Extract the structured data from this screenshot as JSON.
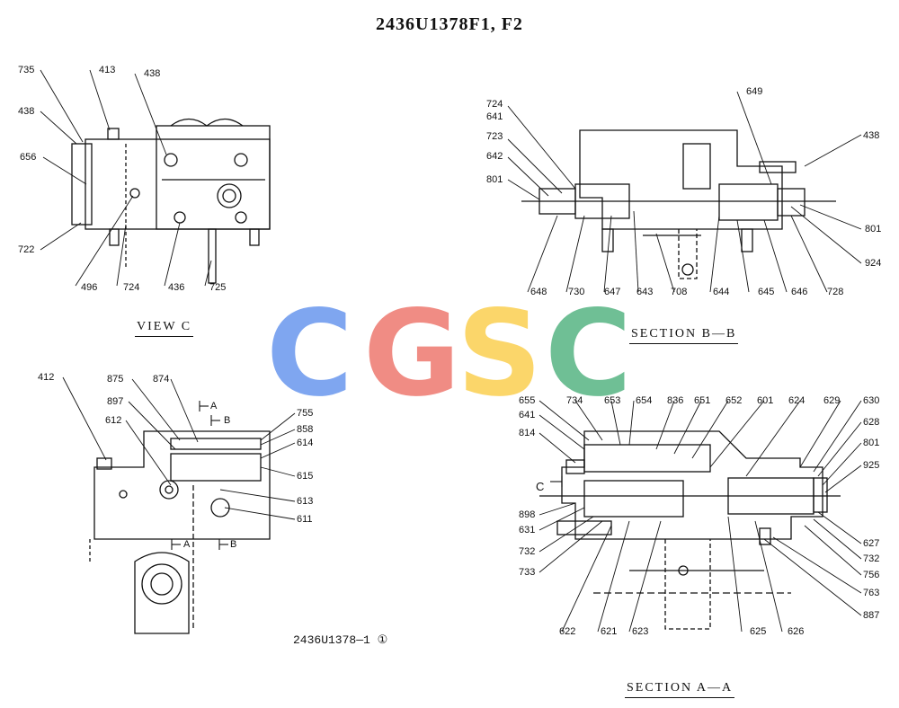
{
  "header": {
    "title": "2436U1378F1, F2"
  },
  "captions": {
    "view_c": "VIEW  C",
    "section_bb": "SECTION  B—B",
    "section_aa": "SECTION  A—A"
  },
  "drawing_number": "2436U1378—1 ①",
  "section_marks": {
    "a": "A",
    "b": "B",
    "c": "C"
  },
  "view_c": {
    "parts": [
      "735",
      "413",
      "438",
      "438",
      "656",
      "722",
      "496",
      "724",
      "436",
      "725"
    ]
  },
  "section_bb": {
    "parts": [
      "649",
      "724",
      "641",
      "723",
      "642",
      "801",
      "438",
      "801",
      "924",
      "648",
      "730",
      "647",
      "643",
      "708",
      "644",
      "645",
      "646",
      "728"
    ]
  },
  "detail_lower_left": {
    "parts": [
      "412",
      "875",
      "874",
      "897",
      "612",
      "755",
      "858",
      "614",
      "615",
      "613",
      "611"
    ]
  },
  "section_aa": {
    "parts": [
      "655",
      "734",
      "653",
      "654",
      "836",
      "651",
      "652",
      "601",
      "624",
      "629",
      "630",
      "641",
      "628",
      "814",
      "801",
      "925",
      "898",
      "631",
      "732",
      "733",
      "627",
      "732",
      "756",
      "763",
      "887",
      "622",
      "621",
      "623",
      "625",
      "626"
    ]
  },
  "watermark": {
    "letters": [
      "C",
      "G",
      "S",
      "C"
    ],
    "colors": [
      "#7fa6f0",
      "#f08c84",
      "#fbd66a",
      "#6fbf95"
    ]
  }
}
